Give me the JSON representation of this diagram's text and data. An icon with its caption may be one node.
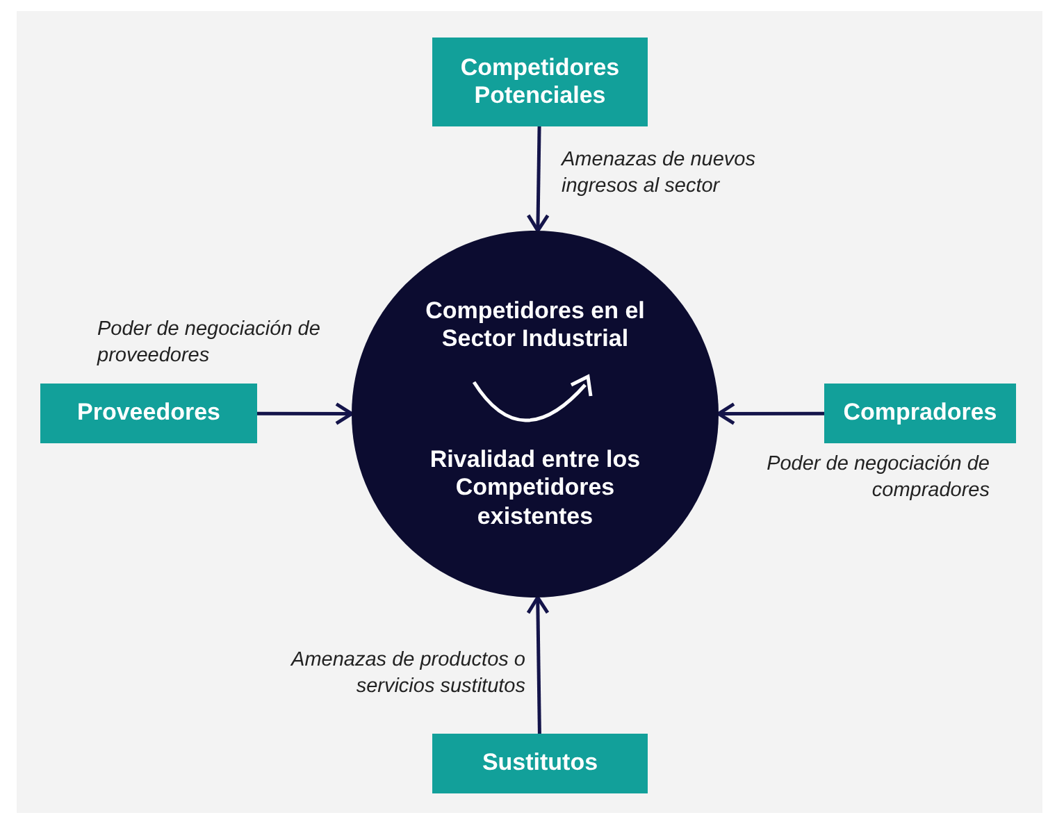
{
  "diagram": {
    "nodes": [
      {
        "text": [
          "Competidores Potenciales"
        ]
      },
      {
        "text": [
          "Proveedores"
        ]
      },
      {
        "text": [
          "Competidores en el Sector Industrial",
          "Rivalidad entre los Competidores existentes"
        ]
      },
      {
        "text": [
          "Compradores"
        ]
      },
      {
        "text": [
          "Sustitutos"
        ]
      }
    ],
    "edges": [
      {
        "from": 0,
        "to": 2,
        "arrow": "to",
        "label": "Amenazas de nuevos ingresos al sector"
      },
      {
        "from": 1,
        "to": 2,
        "arrow": "to",
        "label": "Poder de negociación de proveedores"
      },
      {
        "from": 3,
        "to": 2,
        "arrow": "to",
        "label": "Poder de negociación de compradores"
      },
      {
        "from": 4,
        "to": 2,
        "arrow": "to",
        "label": "Amenazas de productos o servicios sustitutos"
      }
    ]
  }
}
